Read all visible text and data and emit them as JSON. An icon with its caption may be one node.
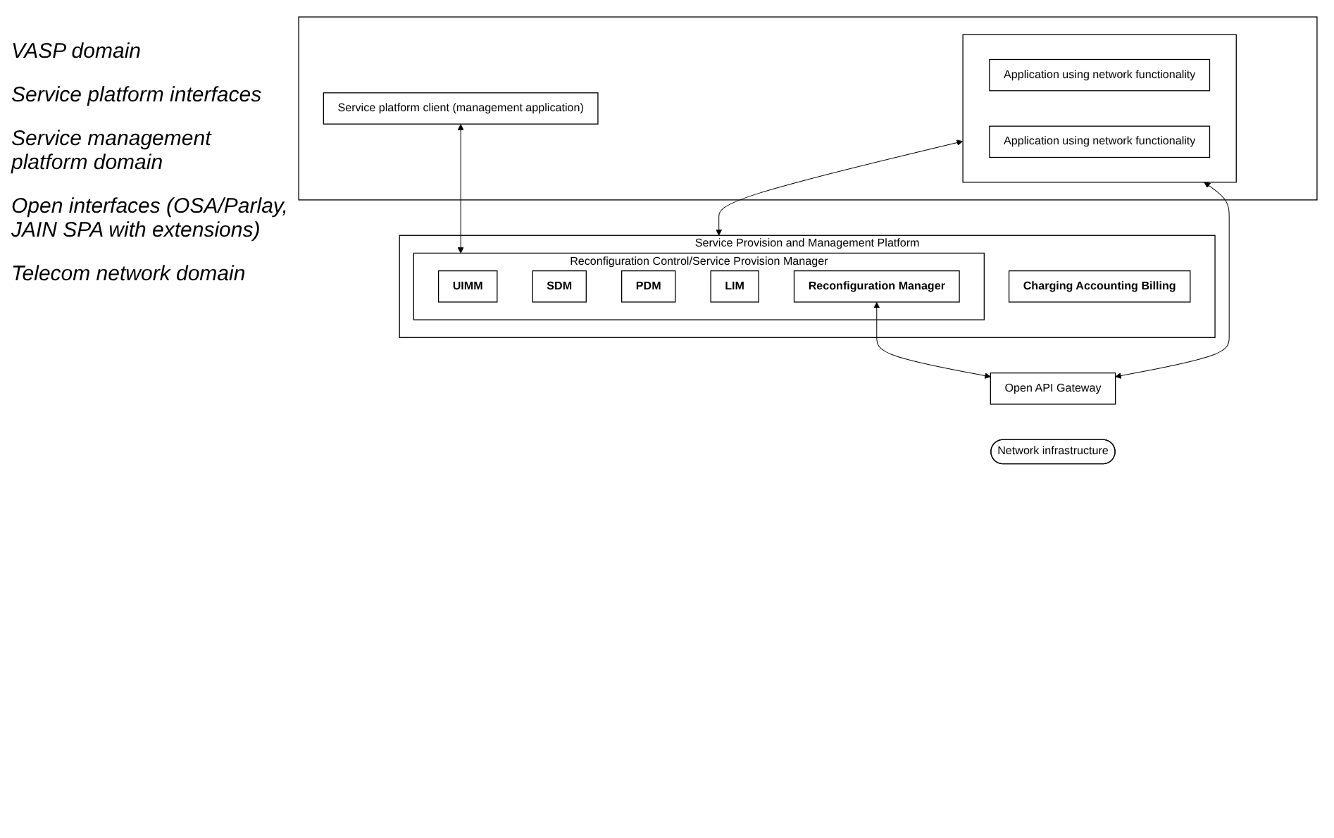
{
  "diagram": {
    "nodes": [
      {
        "text": [],
        "shape": "box"
      },
      {
        "text": [
          "Service platform client (management application)"
        ],
        "in": 0
      },
      {
        "text": [],
        "shape": "box",
        "in": 0
      },
      {
        "text": [
          "Application using network functionality"
        ],
        "in": 2
      },
      {
        "text": [
          "Application using network functionality"
        ],
        "in": 2
      },
      {
        "text": [
          "Service Provision and Management Platform"
        ]
      },
      {
        "text": [
          "Reconfiguration Control/Service Provision Manager"
        ],
        "in": 5
      },
      {
        "text": [
          "UIMM"
        ],
        "in": 6
      },
      {
        "text": [
          "SDM"
        ],
        "in": 6
      },
      {
        "text": [
          "PDM"
        ],
        "in": 6
      },
      {
        "text": [
          "LIM"
        ],
        "in": 6
      },
      {
        "text": [
          "Reconfiguration Manager"
        ],
        "in": 6
      },
      {
        "text": [
          "Charging Accounting Billing"
        ],
        "in": 5
      },
      {
        "text": [
          "Open API Gateway"
        ]
      },
      {
        "text": [
          "Network infrastructure"
        ]
      }
    ],
    "edges": [
      {
        "from": 1,
        "to": 6,
        "arrow": "both"
      },
      {
        "from": 2,
        "to": 5,
        "arrow": "both"
      },
      {
        "from": 2,
        "to": 13,
        "arrow": "both"
      },
      {
        "from": 11,
        "to": 13,
        "arrow": "both"
      }
    ],
    "labels": [
      "VASP domain",
      "Service platform interfaces",
      "Service management platform domain",
      "Open interfaces (OSA/Parlay, JAIN SPA with extensions)",
      "Telecom network domain"
    ]
  }
}
